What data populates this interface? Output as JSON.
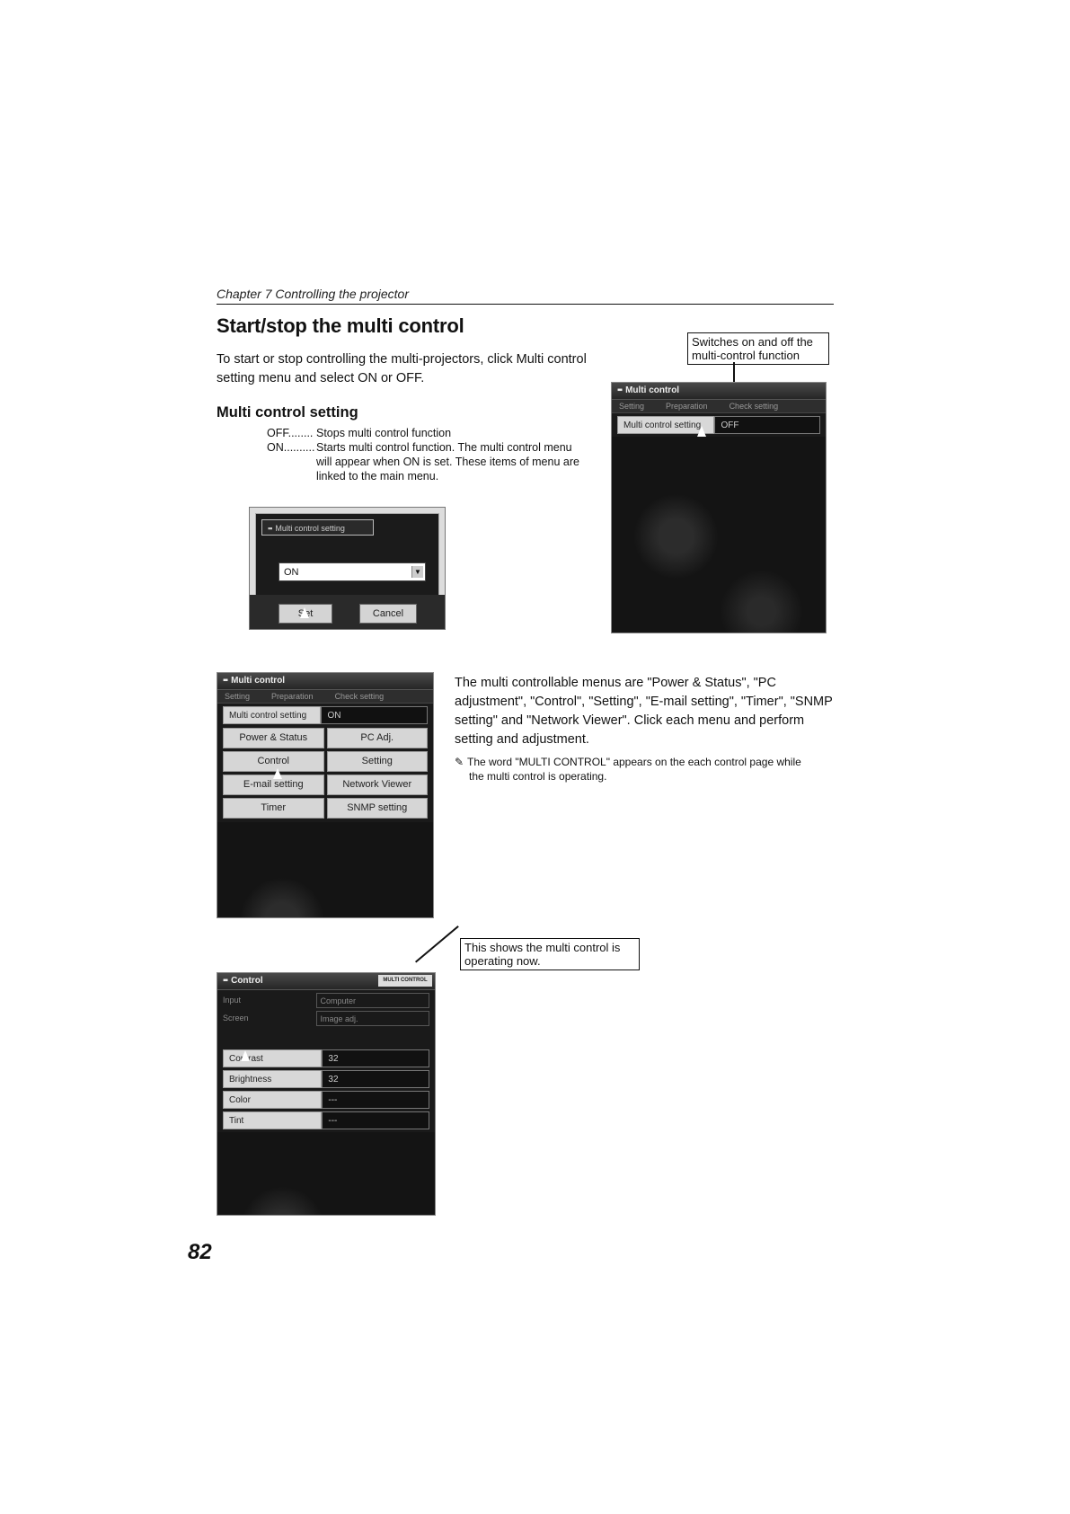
{
  "header": {
    "chapter": "Chapter 7 Controlling the projector"
  },
  "section": {
    "title": "Start/stop the multi control",
    "intro": "To start or stop controlling the multi-projectors, click  Multi control setting menu and select ON or OFF.",
    "subtitle": "Multi control setting",
    "options": [
      {
        "key": "OFF........",
        "desc": "Stops multi control function"
      },
      {
        "key": "ON..........",
        "desc": "Starts multi control function. The multi control menu will appear when ON is set. These items of menu are linked to the main menu."
      }
    ]
  },
  "callouts": {
    "switch": "Switches on and off the multi-control function",
    "operating": "This shows the multi control is operating now."
  },
  "paragraph2": {
    "text": "The multi controllable menus are \"Power & Status\", \"PC adjustment\", \"Control\", \"Setting\", \"E-mail setting\", \"Timer\", \"SNMP setting\" and \"Network Viewer\". Click each menu and perform setting and adjustment.",
    "note_line1": "The word \"MULTI CONTROL\" appears on the each control page while",
    "note_line2": "the multi control is operating.",
    "pen_icon": "pencil-icon"
  },
  "screens": {
    "dialog": {
      "title": "Multi control setting",
      "select_value": "ON",
      "set_label": "Set",
      "cancel_label": "Cancel"
    },
    "multi_off": {
      "title": "Multi control",
      "tabs": [
        "Setting",
        "Preparation",
        "Check setting"
      ],
      "row_label": "Multi control setting",
      "row_value": "OFF"
    },
    "multi_on": {
      "title": "Multi control",
      "tabs": [
        "Setting",
        "Preparation",
        "Check setting"
      ],
      "row_label": "Multi control setting",
      "row_value": "ON",
      "menu": [
        "Power & Status",
        "PC Adj.",
        "Control",
        "Setting",
        "E-mail setting",
        "Network Viewer",
        "Timer",
        "SNMP setting"
      ]
    },
    "control": {
      "title": "Control",
      "badge": "MULTI CONTROL",
      "fields": [
        {
          "label": "Input",
          "value": "Computer"
        },
        {
          "label": "Screen",
          "value": "Image adj."
        }
      ],
      "rows": [
        {
          "label": "Contrast",
          "value": "32"
        },
        {
          "label": "Brightness",
          "value": "32"
        },
        {
          "label": "Color",
          "value": "---"
        },
        {
          "label": "Tint",
          "value": "---"
        }
      ]
    }
  },
  "page_number": "82"
}
